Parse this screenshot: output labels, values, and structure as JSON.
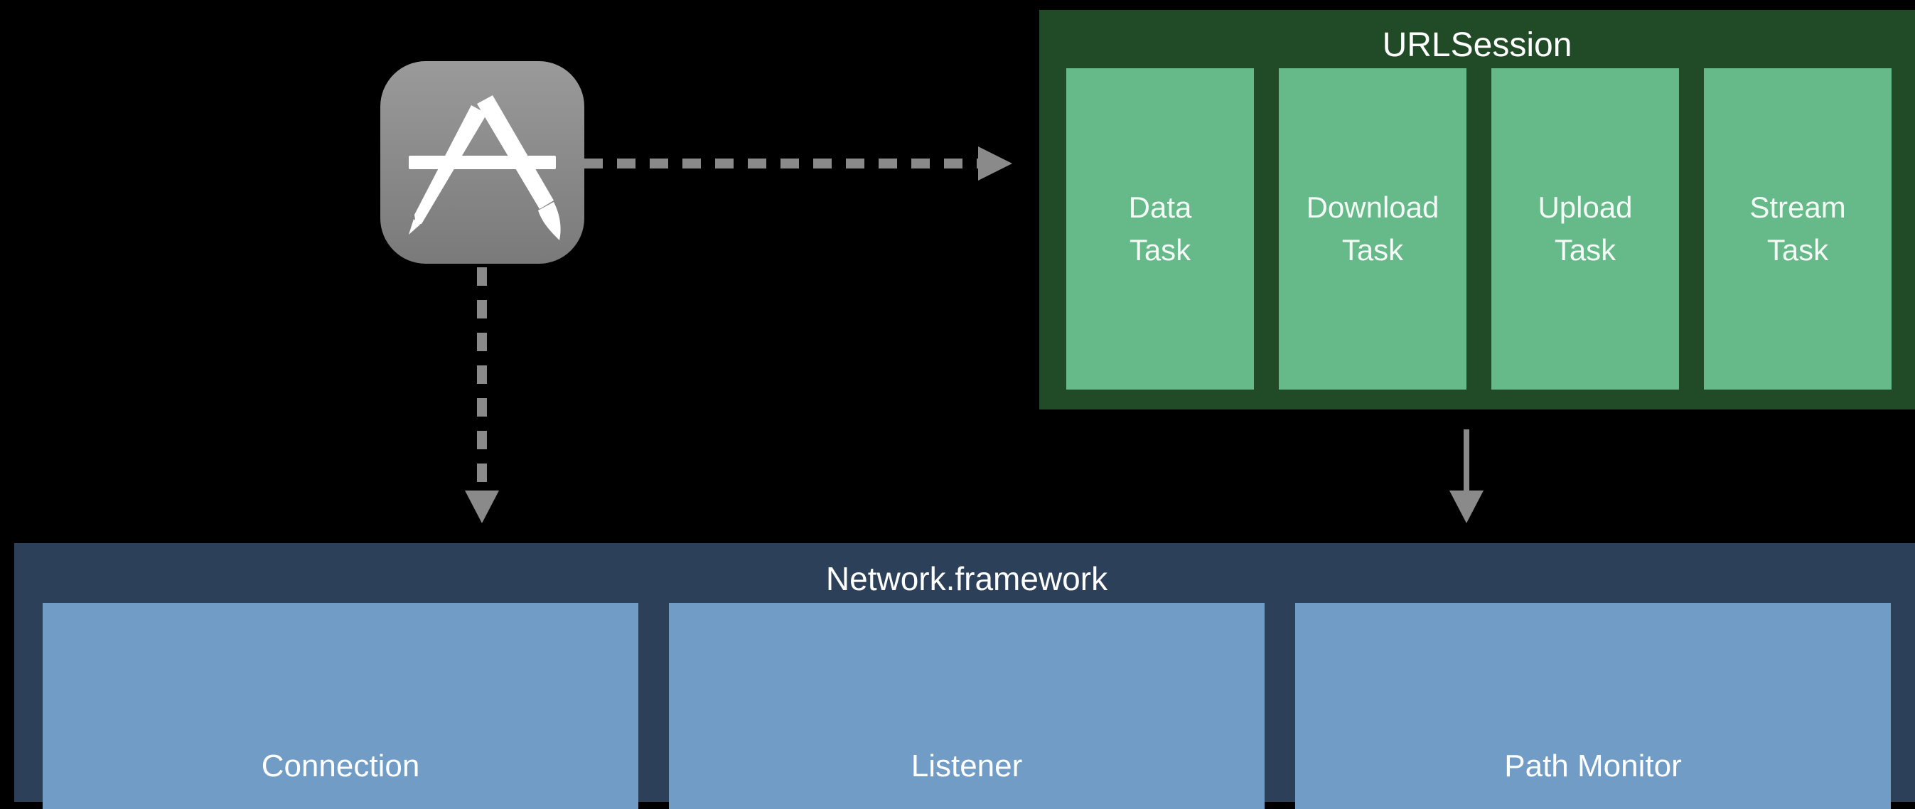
{
  "app_icon": {
    "icon": "app-store-icon"
  },
  "urlsession": {
    "title": "URLSession",
    "tasks": [
      {
        "line1": "Data",
        "line2": "Task"
      },
      {
        "line1": "Download",
        "line2": "Task"
      },
      {
        "line1": "Upload",
        "line2": "Task"
      },
      {
        "line1": "Stream",
        "line2": "Task"
      }
    ]
  },
  "network": {
    "title": "Network.framework",
    "components": [
      "Connection",
      "Listener",
      "Path Monitor"
    ]
  },
  "colors": {
    "background": "#000000",
    "urlsession_container": "#214a26",
    "urlsession_task": "#66ba89",
    "network_container": "#2c4059",
    "network_component": "#719cc5",
    "arrow": "#8a8a8a"
  }
}
